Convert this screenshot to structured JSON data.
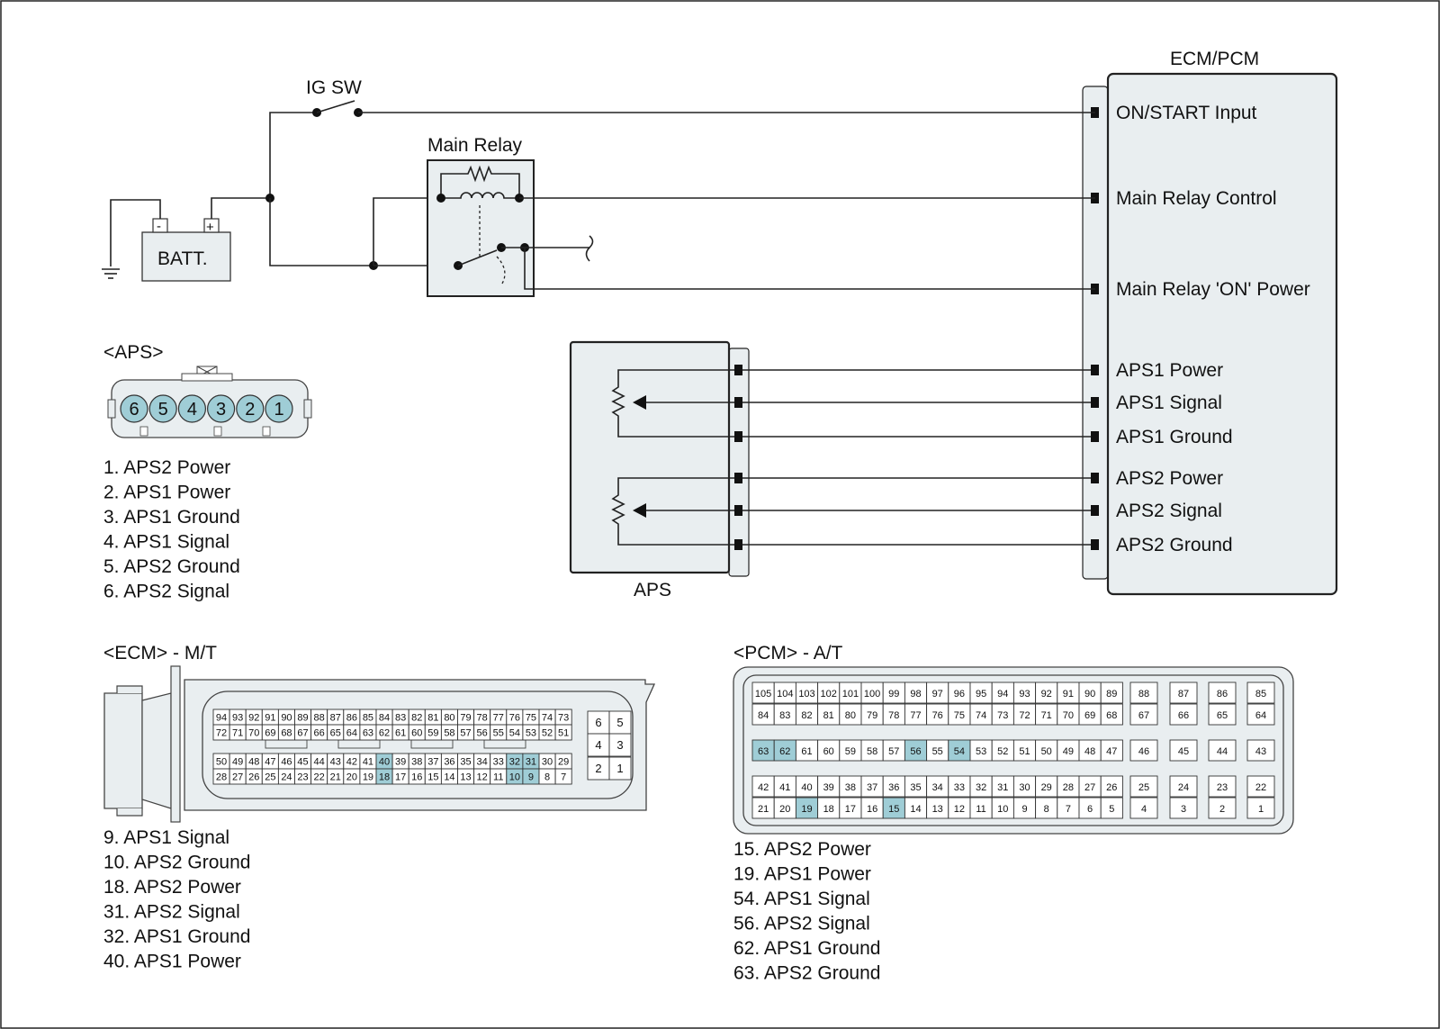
{
  "title": "",
  "ecm": {
    "title": "ECM/PCM",
    "terminals": [
      "ON/START Input",
      "Main Relay Control",
      "Main Relay 'ON' Power",
      "APS1 Power",
      "APS1 Signal",
      "APS1 Ground",
      "APS2 Power",
      "APS2 Signal",
      "APS2 Ground"
    ]
  },
  "ig_switch_label": "IG SW",
  "main_relay_label": "Main Relay",
  "battery": {
    "label": "BATT.",
    "minus": "-",
    "plus": "+"
  },
  "aps_unit_label": "APS",
  "aps_connector": {
    "title": "<APS>",
    "pins": [
      "6",
      "5",
      "4",
      "3",
      "2",
      "1"
    ],
    "legend": [
      "1. APS2 Power",
      "2. APS1 Power",
      "3. APS1 Ground",
      "4. APS1 Signal",
      "5. APS2 Ground",
      "6. APS2 Signal"
    ]
  },
  "ecm_connector": {
    "title": "<ECM> - M/T",
    "rows": [
      [
        "94",
        "93",
        "92",
        "91",
        "90",
        "89",
        "88",
        "87",
        "86",
        "85",
        "84",
        "83",
        "82",
        "81",
        "80",
        "79",
        "78",
        "77",
        "76",
        "75",
        "74",
        "73"
      ],
      [
        "72",
        "71",
        "70",
        "69",
        "68",
        "67",
        "66",
        "65",
        "64",
        "63",
        "62",
        "61",
        "60",
        "59",
        "58",
        "57",
        "56",
        "55",
        "54",
        "53",
        "52",
        "51"
      ],
      [
        "50",
        "49",
        "48",
        "47",
        "46",
        "45",
        "44",
        "43",
        "42",
        "41",
        "40",
        "39",
        "38",
        "37",
        "36",
        "35",
        "34",
        "33",
        "32",
        "31",
        "30",
        "29"
      ],
      [
        "28",
        "27",
        "26",
        "25",
        "24",
        "23",
        "22",
        "21",
        "20",
        "19",
        "18",
        "17",
        "16",
        "15",
        "14",
        "13",
        "12",
        "11",
        "10",
        "9",
        "8",
        "7"
      ]
    ],
    "small_block": [
      [
        "6",
        "5"
      ],
      [
        "4",
        "3"
      ],
      [
        "2",
        "1"
      ]
    ],
    "highlighted": [
      "40",
      "32",
      "31",
      "18",
      "10",
      "9"
    ],
    "legend": [
      "9. APS1 Signal",
      "10. APS2 Ground",
      "18. APS2 Power",
      "31. APS2 Signal",
      "32. APS1 Ground",
      "40. APS1 Power"
    ]
  },
  "pcm_connector": {
    "title": "<PCM> - A/T",
    "main_rows": [
      [
        "105",
        "104",
        "103",
        "102",
        "101",
        "100",
        "99",
        "98",
        "97",
        "96",
        "95",
        "94",
        "93",
        "92",
        "91",
        "90",
        "89"
      ],
      [
        "84",
        "83",
        "82",
        "81",
        "80",
        "79",
        "78",
        "77",
        "76",
        "75",
        "74",
        "73",
        "72",
        "71",
        "70",
        "69",
        "68"
      ],
      [
        "63",
        "62",
        "61",
        "60",
        "59",
        "58",
        "57",
        "56",
        "55",
        "54",
        "53",
        "52",
        "51",
        "50",
        "49",
        "48",
        "47"
      ],
      [
        "42",
        "41",
        "40",
        "39",
        "38",
        "37",
        "36",
        "35",
        "34",
        "33",
        "32",
        "31",
        "30",
        "29",
        "28",
        "27",
        "26"
      ],
      [
        "21",
        "20",
        "19",
        "18",
        "17",
        "16",
        "15",
        "14",
        "13",
        "12",
        "11",
        "10",
        "9",
        "8",
        "7",
        "6",
        "5"
      ]
    ],
    "side_rows": [
      [
        "88",
        "87",
        "86",
        "85"
      ],
      [
        "67",
        "66",
        "65",
        "64"
      ],
      [
        "46",
        "45",
        "44",
        "43"
      ],
      [
        "25",
        "24",
        "23",
        "22"
      ],
      [
        "4",
        "3",
        "2",
        "1"
      ]
    ],
    "highlighted": [
      "63",
      "62",
      "56",
      "54",
      "19",
      "15"
    ],
    "legend": [
      "15. APS2 Power",
      "19. APS1 Power",
      "54. APS1 Signal",
      "56. APS2 Signal",
      "62. APS1 Ground",
      "63. APS2 Ground"
    ]
  }
}
